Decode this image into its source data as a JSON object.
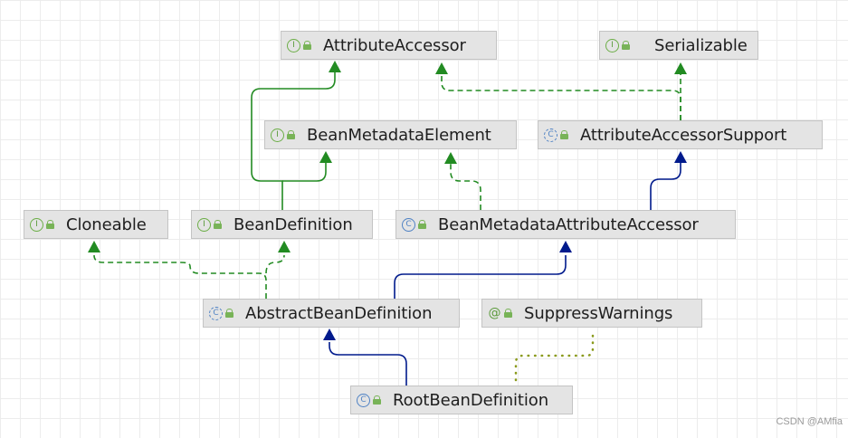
{
  "nodes": {
    "attribute_accessor": {
      "label": "AttributeAccessor",
      "kind": "interface",
      "icon": "interface-icon",
      "visibility": "public-lock-icon"
    },
    "serializable": {
      "label": "Serializable",
      "kind": "interface",
      "icon": "interface-icon",
      "visibility": "public-lock-icon"
    },
    "bean_metadata_element": {
      "label": "BeanMetadataElement",
      "kind": "interface",
      "icon": "interface-icon",
      "visibility": "public-lock-icon"
    },
    "attribute_accessor_support": {
      "label": "AttributeAccessorSupport",
      "kind": "abstract-class",
      "icon": "abstract-class-icon",
      "visibility": "public-lock-icon"
    },
    "cloneable": {
      "label": "Cloneable",
      "kind": "interface",
      "icon": "interface-icon",
      "visibility": "public-lock-icon"
    },
    "bean_definition": {
      "label": "BeanDefinition",
      "kind": "interface",
      "icon": "interface-icon",
      "visibility": "public-lock-icon"
    },
    "bean_metadata_attribute_accessor": {
      "label": "BeanMetadataAttributeAccessor",
      "kind": "class",
      "icon": "class-icon",
      "visibility": "public-lock-icon"
    },
    "abstract_bean_definition": {
      "label": "AbstractBeanDefinition",
      "kind": "abstract-class",
      "icon": "abstract-class-icon",
      "visibility": "public-lock-icon"
    },
    "suppress_warnings": {
      "label": "SuppressWarnings",
      "kind": "annotation",
      "icon": "annotation-icon",
      "visibility": "public-lock-icon"
    },
    "root_bean_definition": {
      "label": "RootBeanDefinition",
      "kind": "class",
      "icon": "class-icon",
      "visibility": "public-lock-icon"
    }
  },
  "relations": [
    {
      "from": "bean_definition",
      "to": "attribute_accessor",
      "type": "extends-interface"
    },
    {
      "from": "bean_definition",
      "to": "bean_metadata_element",
      "type": "extends-interface"
    },
    {
      "from": "attribute_accessor_support",
      "to": "attribute_accessor",
      "type": "implements"
    },
    {
      "from": "attribute_accessor_support",
      "to": "serializable",
      "type": "implements"
    },
    {
      "from": "bean_metadata_attribute_accessor",
      "to": "bean_metadata_element",
      "type": "implements"
    },
    {
      "from": "bean_metadata_attribute_accessor",
      "to": "attribute_accessor_support",
      "type": "extends-class"
    },
    {
      "from": "abstract_bean_definition",
      "to": "bean_metadata_attribute_accessor",
      "type": "extends-class"
    },
    {
      "from": "abstract_bean_definition",
      "to": "bean_definition",
      "type": "implements"
    },
    {
      "from": "abstract_bean_definition",
      "to": "cloneable",
      "type": "implements"
    },
    {
      "from": "root_bean_definition",
      "to": "abstract_bean_definition",
      "type": "extends-class"
    },
    {
      "from": "root_bean_definition",
      "to": "suppress_warnings",
      "type": "annotated"
    }
  ],
  "colors": {
    "interface_edge": "#228b22",
    "class_edge": "#001a8c",
    "annotation_edge": "#8a9a1c",
    "node_fill": "#e4e4e4",
    "node_border": "#c4c4c4"
  },
  "watermark": "CSDN @AMfia"
}
